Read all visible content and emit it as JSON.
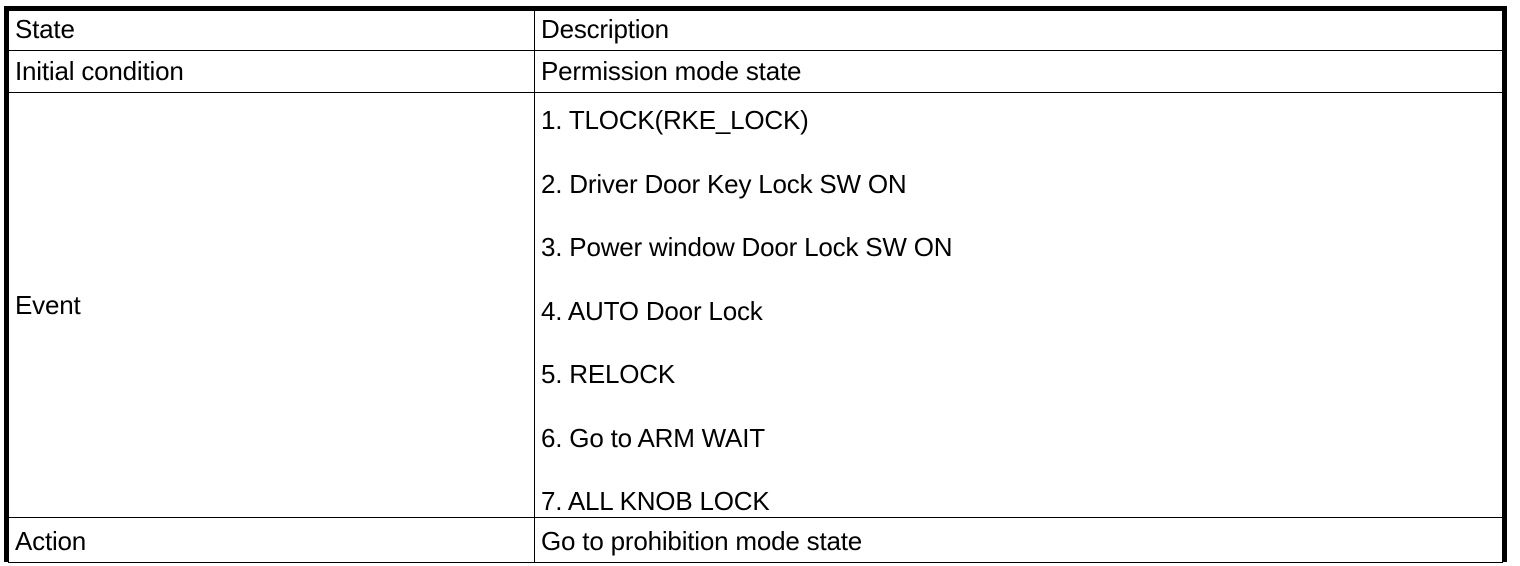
{
  "table": {
    "columns": [
      "State",
      "Description"
    ],
    "rows": [
      {
        "state": "Initial condition",
        "description": "Permission mode state"
      },
      {
        "state": "Event",
        "events": [
          "1. TLOCK(RKE_LOCK)",
          "2. Driver Door Key Lock SW ON",
          "3. Power window Door Lock SW ON",
          "4. AUTO Door Lock",
          "5. RELOCK",
          "6. Go to ARM WAIT",
          "7. ALL KNOB LOCK"
        ]
      },
      {
        "state": "Action",
        "description": "Go to prohibition mode state"
      }
    ]
  },
  "colors": {
    "border": "#000000",
    "text": "#000000",
    "background": "#ffffff"
  }
}
